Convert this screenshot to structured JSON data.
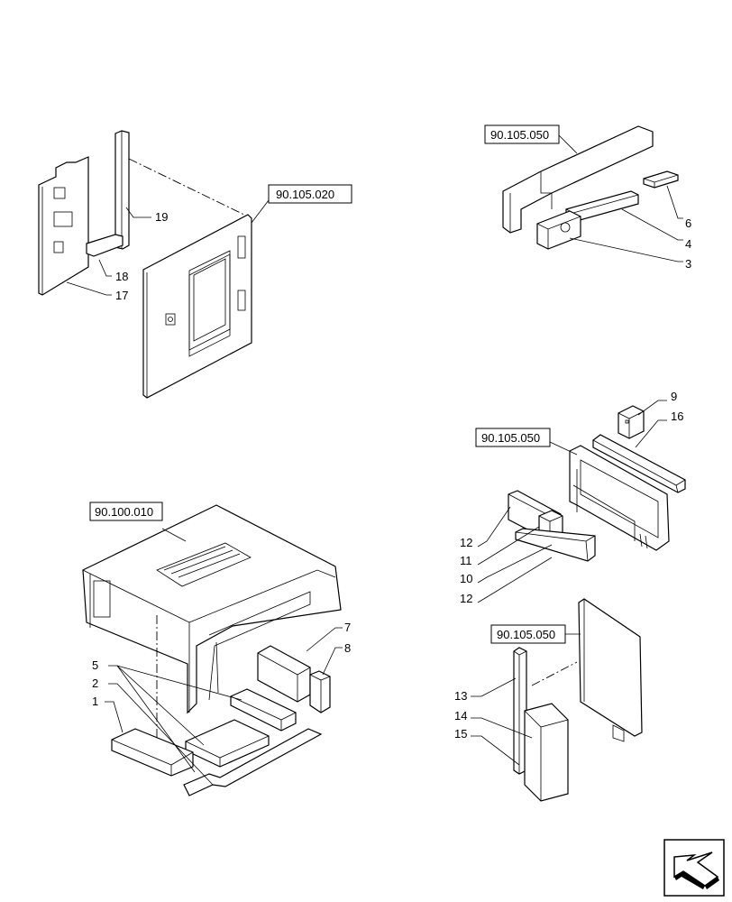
{
  "references": {
    "ref_top_left": "90.105.020",
    "ref_top_right": "90.105.050",
    "ref_mid_right": "90.105.050",
    "ref_bottom_left": "90.100.010",
    "ref_bottom_right": "90.105.050"
  },
  "callouts": {
    "c19": "19",
    "c18": "18",
    "c17": "17",
    "c6": "6",
    "c4": "4",
    "c3": "3",
    "c9": "9",
    "c16": "16",
    "c12a": "12",
    "c11": "11",
    "c10": "10",
    "c12b": "12",
    "c7": "7",
    "c8": "8",
    "c5": "5",
    "c2": "2",
    "c1": "1",
    "c13": "13",
    "c14": "14",
    "c15": "15"
  },
  "nav": {
    "icon": "arrow-previous-icon"
  }
}
